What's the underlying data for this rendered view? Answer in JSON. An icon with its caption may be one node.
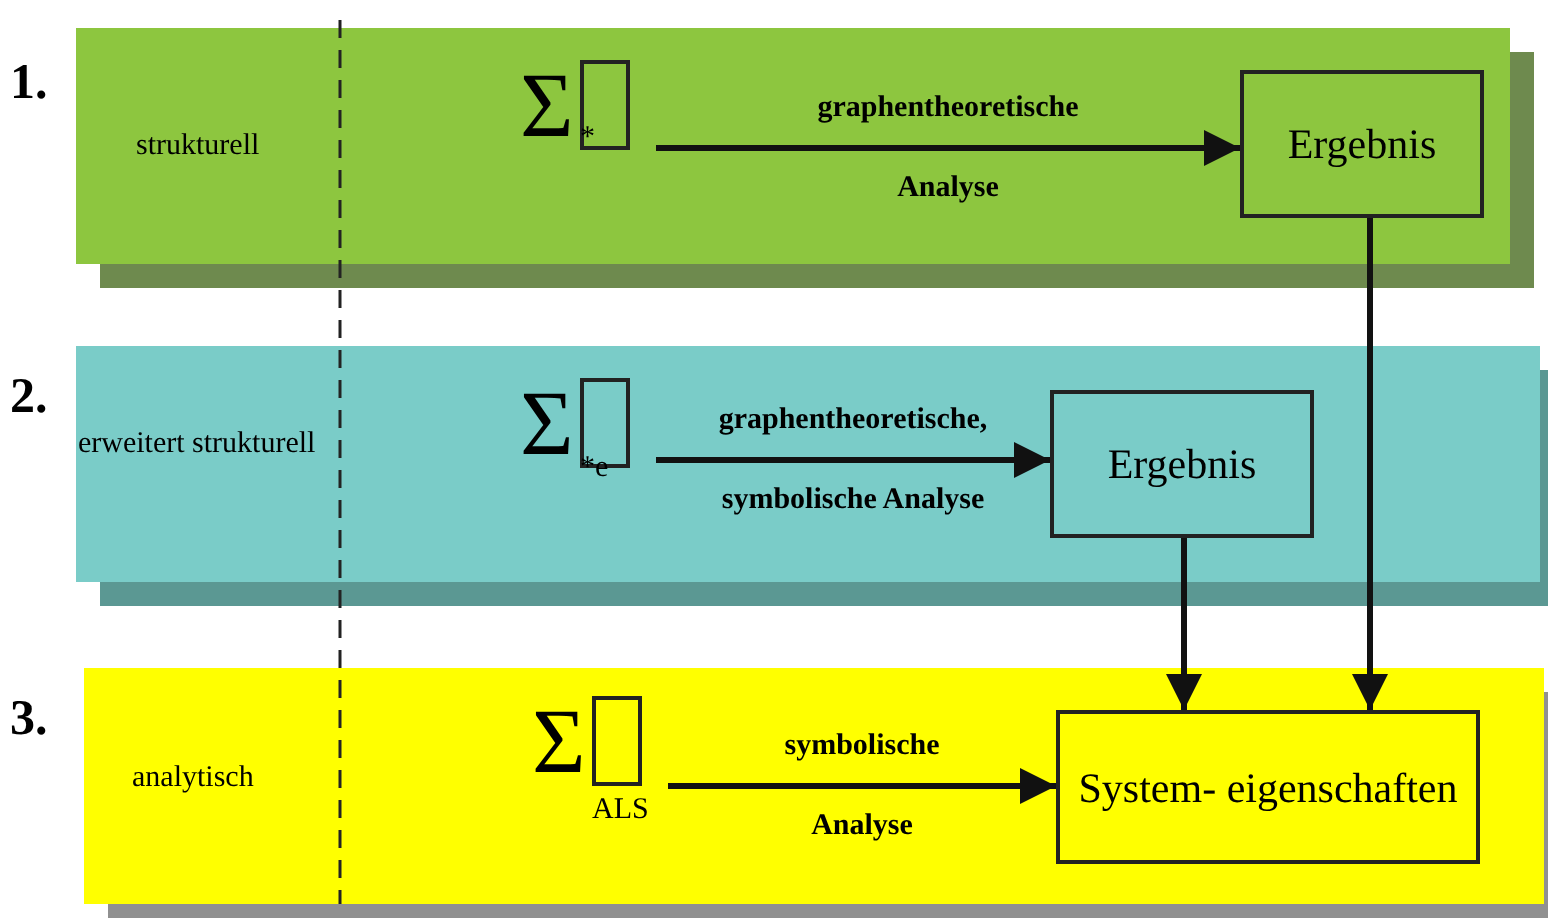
{
  "diagram": {
    "nodes": [
      {
        "text": [
          "1.",
          "strukturell"
        ]
      },
      {
        "text": [
          "Σ",
          "*"
        ],
        "in": 0
      },
      {
        "text": [
          "Ergebnis"
        ],
        "in": 0
      },
      {
        "text": [
          "2.",
          "erweitert strukturell"
        ]
      },
      {
        "text": [
          "Σ",
          "*e"
        ],
        "in": 3
      },
      {
        "text": [
          "Ergebnis"
        ],
        "in": 3
      },
      {
        "text": [
          "3.",
          "analytisch"
        ]
      },
      {
        "text": [
          "Σ",
          "ALS"
        ],
        "in": 6
      },
      {
        "text": [
          "System- eigenschaften"
        ],
        "in": 6
      }
    ],
    "edges": [
      {
        "from": 1,
        "to": 2,
        "arrow": "to",
        "label": "graphentheoretische Analyse"
      },
      {
        "from": 4,
        "to": 5,
        "arrow": "to",
        "label": "graphentheoretische, symbolische Analyse"
      },
      {
        "from": 7,
        "to": 8,
        "arrow": "to",
        "label": "symbolische Analyse"
      },
      {
        "from": 2,
        "to": 8,
        "arrow": "to"
      },
      {
        "from": 5,
        "to": 8,
        "arrow": "to"
      }
    ]
  }
}
